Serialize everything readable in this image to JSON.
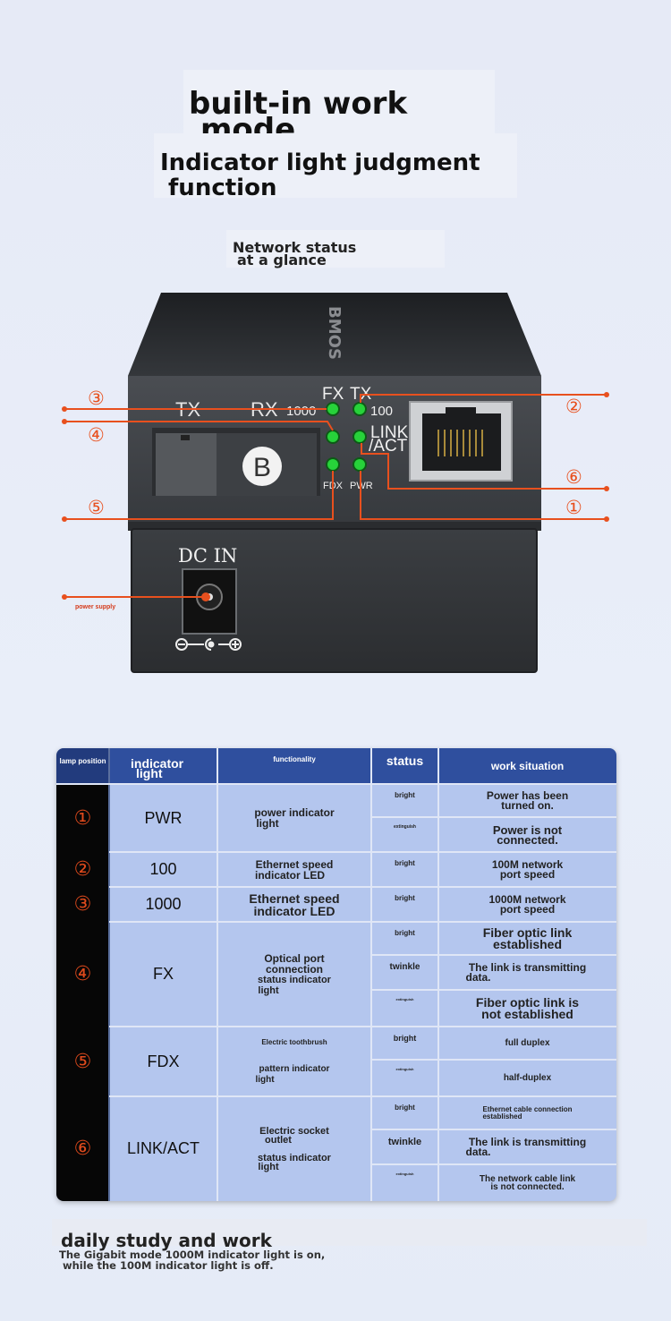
{
  "header": {
    "title_line1": "built-in work",
    "title_line2": "mode",
    "subtitle_line1": "Indicator light judgment",
    "subtitle_line2": "function",
    "tagline_line1": "Network status",
    "tagline_line2": "at a glance"
  },
  "device": {
    "brand_text": "BMOS",
    "port_tx": "TX",
    "port_rx": "RX",
    "fiber_badge": "B",
    "led_fx": "FX",
    "led_tx": "TX",
    "led_1000": "1000",
    "led_100": "100",
    "led_link": "LINK",
    "led_act": "/ACT",
    "led_fdx": "FDX",
    "led_pwr": "PWR",
    "dc_in": "DC IN",
    "power_supply_label": "power supply",
    "callouts": [
      "①",
      "②",
      "③",
      "④",
      "⑤",
      "⑥"
    ],
    "accent_color": "#e8501e",
    "led_color": "#27d23a"
  },
  "table": {
    "headers": {
      "position": "lamp position",
      "light_line1": "indicator",
      "light_line2": "light",
      "function": "functionality",
      "status": "status",
      "work": "work situation"
    },
    "rows": [
      {
        "pos": "①",
        "light": "PWR",
        "func1": "power indicator",
        "func2": "light",
        "states": [
          {
            "status": "bright",
            "work1": "Power has been",
            "work2": "turned on."
          },
          {
            "status": "extinguish",
            "work1": "Power is not",
            "work2": "connected."
          }
        ]
      },
      {
        "pos": "②",
        "light": "100",
        "func1": "Ethernet speed",
        "func2": "indicator LED",
        "states": [
          {
            "status": "bright",
            "work1": "100M network",
            "work2": "port speed"
          }
        ]
      },
      {
        "pos": "③",
        "light": "1000",
        "func1": "Ethernet speed",
        "func2": "indicator LED",
        "states": [
          {
            "status": "bright",
            "work1": "1000M network",
            "work2": "port speed"
          }
        ]
      },
      {
        "pos": "④",
        "light": "FX",
        "func1": "Optical port",
        "func2": "connection",
        "func3": "status indicator",
        "func4": "light",
        "states": [
          {
            "status": "bright",
            "work1": "Fiber optic link",
            "work2": "established"
          },
          {
            "status": "twinkle",
            "work1": "The link is transmitting",
            "work2": "data."
          },
          {
            "status": "extinguish",
            "work1": "Fiber optic link is",
            "work2": "not established"
          }
        ]
      },
      {
        "pos": "⑤",
        "light": "FDX",
        "func1": "Electric toothbrush",
        "func2": "pattern indicator",
        "func3": "light",
        "states": [
          {
            "status": "bright",
            "work1": "full duplex",
            "work2": ""
          },
          {
            "status": "extinguish",
            "work1": "half-duplex",
            "work2": ""
          }
        ]
      },
      {
        "pos": "⑥",
        "light": "LINK/ACT",
        "func1": "Electric socket",
        "func2": "outlet",
        "func3": "status indicator",
        "func4": "light",
        "states": [
          {
            "status": "bright",
            "work1": "Ethernet cable connection",
            "work2": "established"
          },
          {
            "status": "twinkle",
            "work1": "The link is transmitting",
            "work2": "data."
          },
          {
            "status": "extinguish",
            "work1": "The network cable link",
            "work2": "is not connected."
          }
        ]
      }
    ]
  },
  "footer": {
    "title": "daily study and work",
    "note_line1": "The Gigabit mode 1000M indicator light is on,",
    "note_line2": "while the 100M indicator light is off."
  }
}
